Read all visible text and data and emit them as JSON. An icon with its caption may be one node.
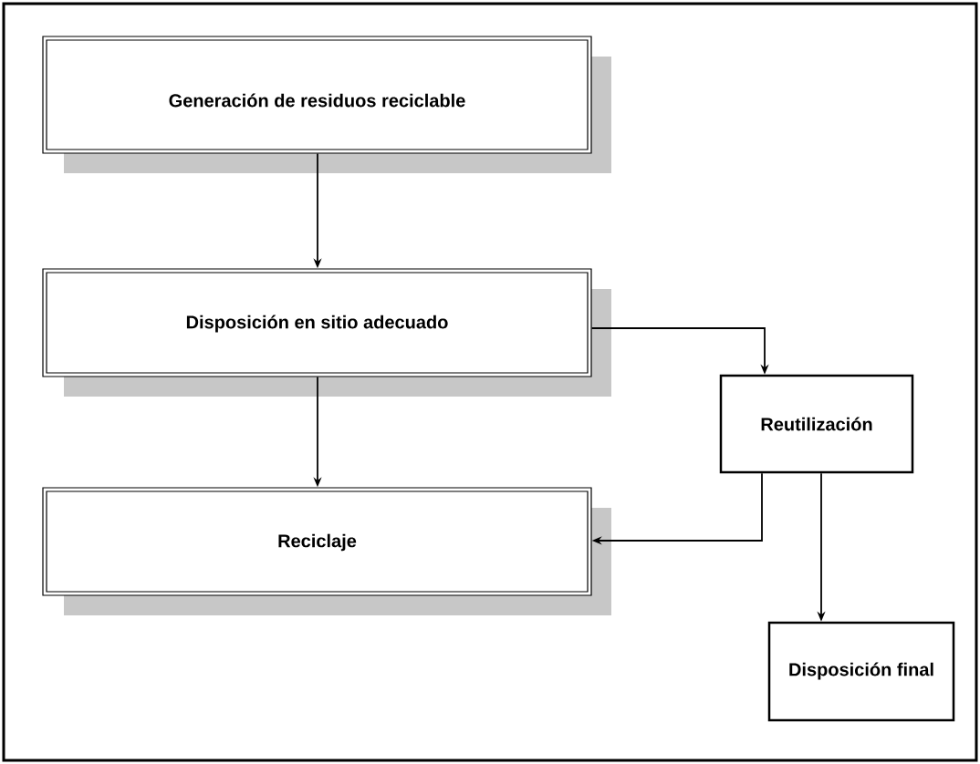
{
  "diagram": {
    "nodes": [
      {
        "text": [
          "Generación de residuos reciclable"
        ]
      },
      {
        "text": [
          "Disposición en sitio adecuado"
        ]
      },
      {
        "text": [
          "Reciclaje"
        ]
      },
      {
        "text": [
          "Reutilización"
        ]
      },
      {
        "text": [
          "Disposición final"
        ]
      }
    ],
    "edges": [
      {
        "from": 0,
        "to": 1,
        "arrow": "to"
      },
      {
        "from": 1,
        "to": 2,
        "arrow": "to"
      },
      {
        "from": 1,
        "to": 3,
        "arrow": "to"
      },
      {
        "from": 3,
        "to": 2,
        "arrow": "to"
      },
      {
        "from": 3,
        "to": 4,
        "arrow": "to"
      }
    ]
  }
}
